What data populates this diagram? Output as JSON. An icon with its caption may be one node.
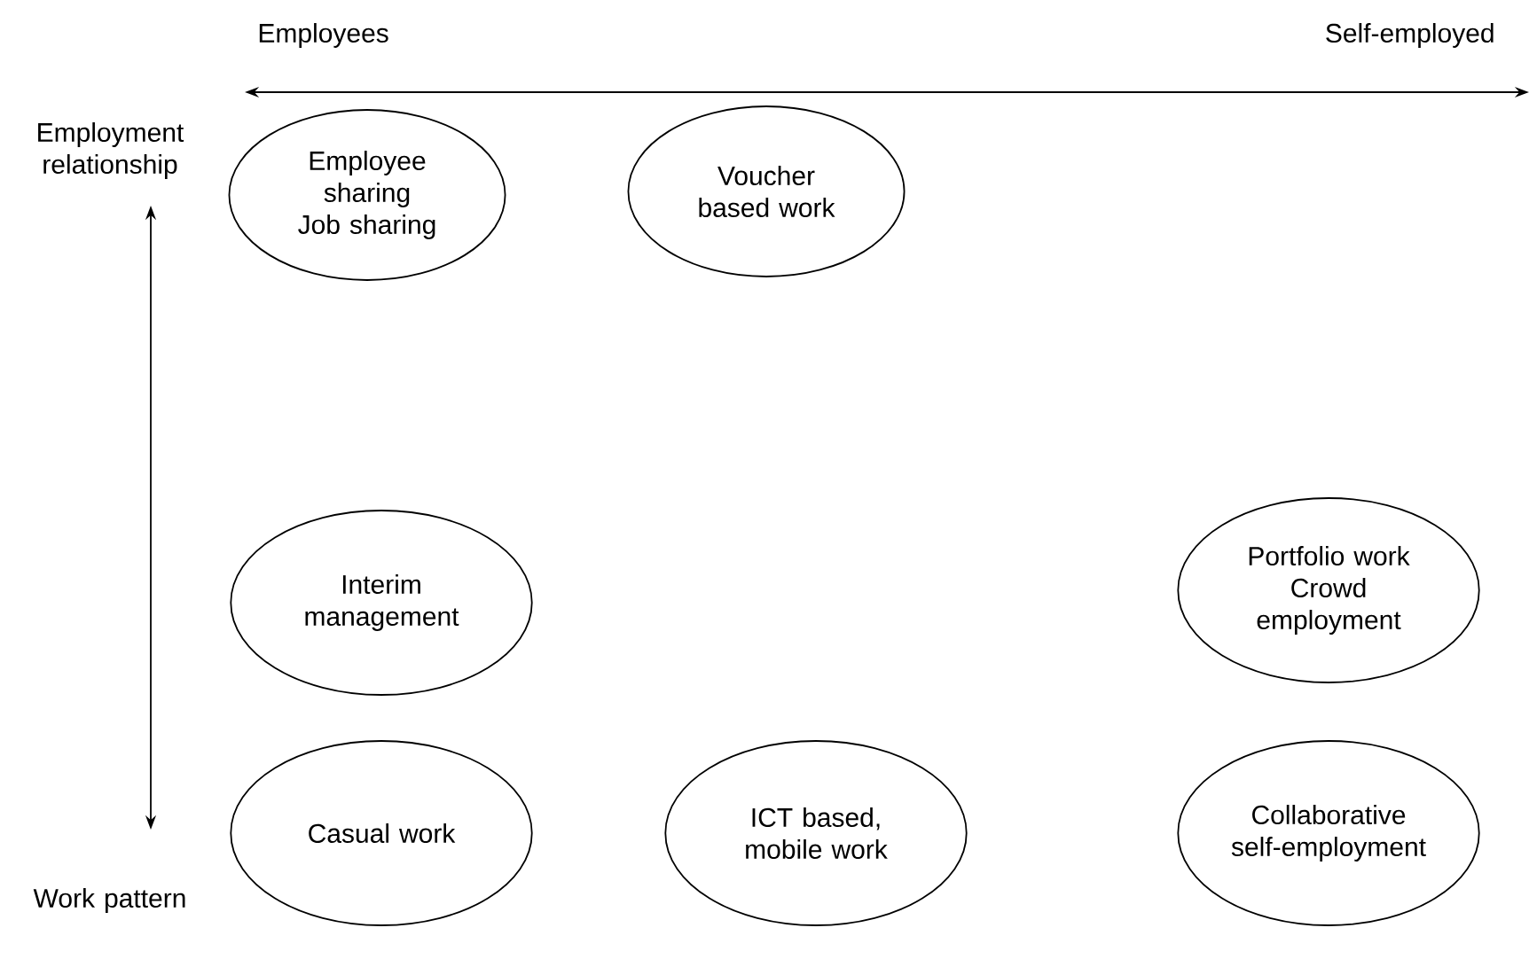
{
  "diagram": {
    "nodes": [
      {
        "text": [
          "Employee sharing",
          "Job sharing"
        ]
      },
      {
        "text": [
          "Voucher based work"
        ]
      },
      {
        "text": [
          "Interim management"
        ]
      },
      {
        "text": [
          "Portfolio work",
          "Crowd employment"
        ]
      },
      {
        "text": [
          "Casual work"
        ]
      },
      {
        "text": [
          "ICT based, mobile work"
        ]
      },
      {
        "text": [
          "Collaborative self-employment"
        ]
      }
    ],
    "labels": [
      "Employees",
      "Self-employed",
      "Employment relationship",
      "Work pattern"
    ]
  }
}
